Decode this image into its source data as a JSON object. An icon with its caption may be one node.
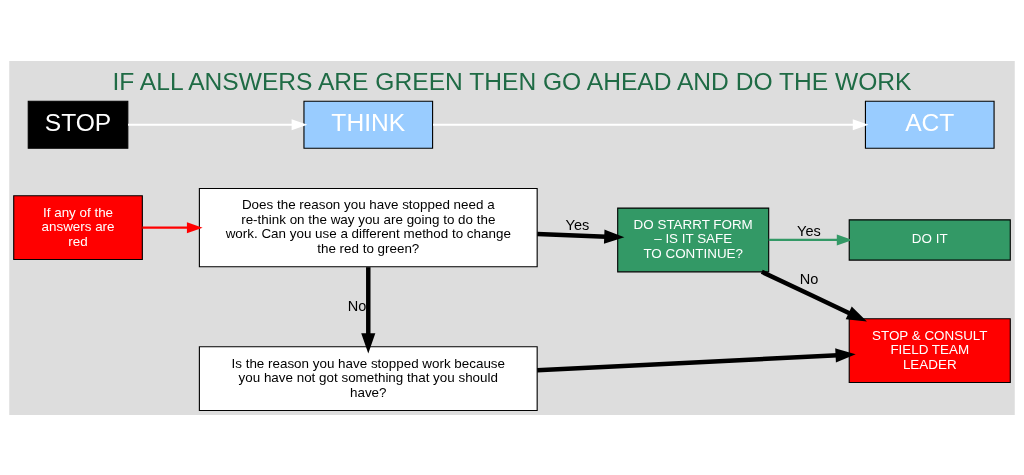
{
  "diagram": {
    "title": "IF ALL ANSWERS ARE GREEN THEN GO AHEAD AND DO THE WORK",
    "nodes": [
      {
        "text": [
          "If any of the answers are red"
        ]
      },
      {
        "text": [
          "Does the reason you have stopped need a re-think on the way you are going to do the work. Can you use a different method to change the red to green?"
        ]
      },
      {
        "text": [
          "Is the reason you have stopped work because you have not got something that you should have?"
        ]
      },
      {
        "text": [
          "DO STARRT FORM – IS IT SAFE TO CONTINUE?"
        ]
      },
      {
        "text": [
          "DO IT"
        ]
      },
      {
        "text": [
          "STOP & CONSULT FIELD TEAM LEADER"
        ]
      },
      {
        "text": [
          "STOP"
        ]
      },
      {
        "text": [
          "THINK"
        ]
      },
      {
        "text": [
          "ACT"
        ]
      }
    ],
    "edges": [
      {
        "from": 0,
        "to": 1,
        "arrow": "to",
        "color": "#ff0000"
      },
      {
        "from": 1,
        "to": 3,
        "arrow": "to",
        "label": "Yes",
        "style": "thick"
      },
      {
        "from": 1,
        "to": 2,
        "arrow": "to",
        "label": "No",
        "style": "thick"
      },
      {
        "from": 3,
        "to": 4,
        "arrow": "to",
        "label": "Yes",
        "color": "#339966"
      },
      {
        "from": 3,
        "to": 5,
        "arrow": "to",
        "label": "No",
        "style": "thick"
      },
      {
        "from": 2,
        "to": 5,
        "arrow": "to",
        "style": "thick"
      },
      {
        "from": 6,
        "to": 7,
        "arrow": "to",
        "color": "#ffffff"
      },
      {
        "from": 7,
        "to": 8,
        "arrow": "to",
        "color": "#ffffff"
      }
    ]
  }
}
